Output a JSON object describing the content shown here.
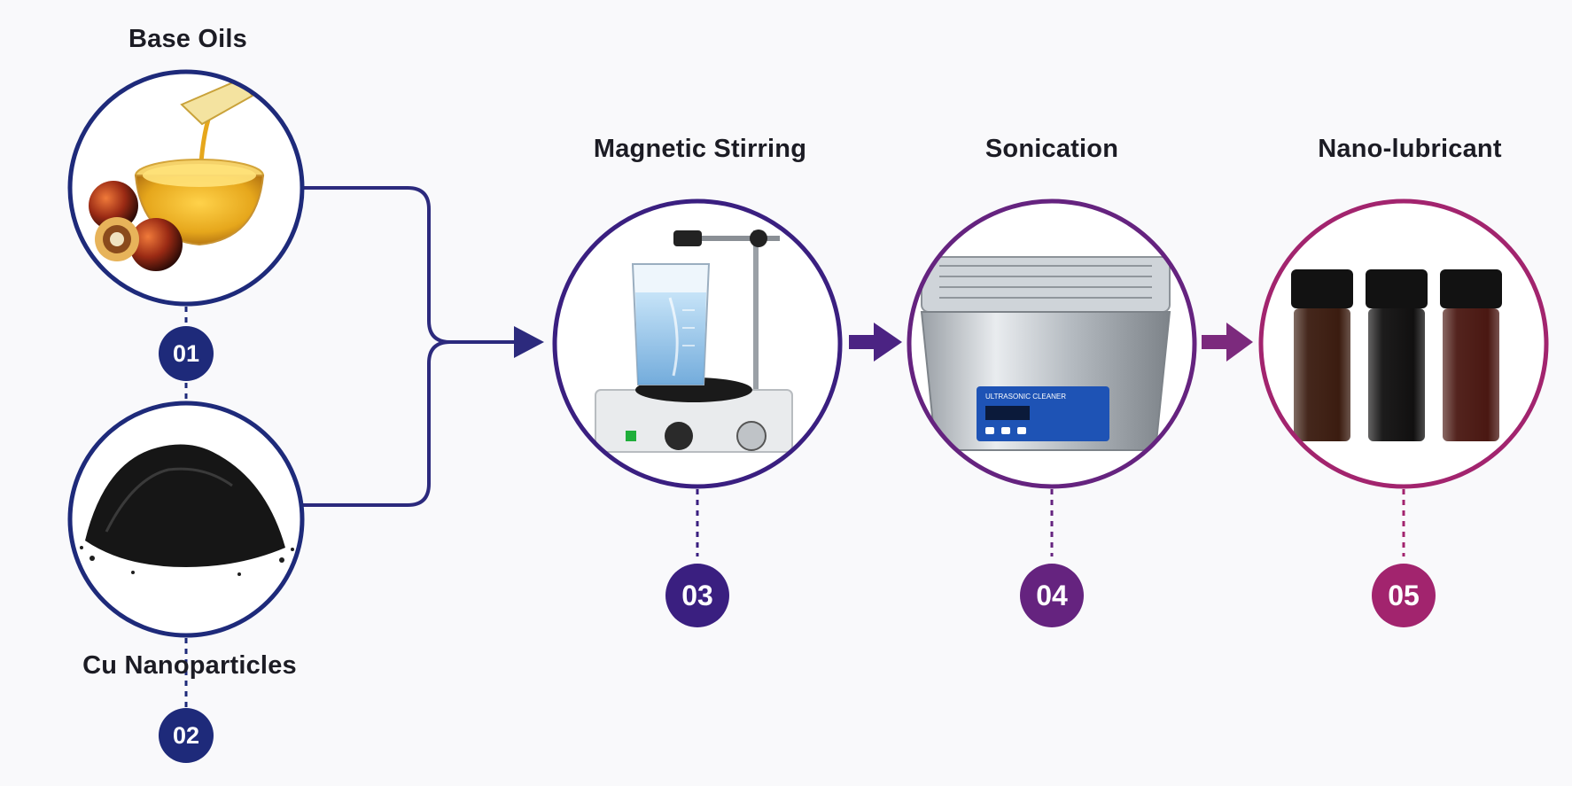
{
  "steps": [
    {
      "id": "base-oils",
      "title": "Base Oils",
      "number": "01"
    },
    {
      "id": "cu-nanoparticles",
      "title": "Cu Nanoparticles",
      "number": "02"
    },
    {
      "id": "magnetic-stirring",
      "title": "Magnetic Stirring",
      "number": "03"
    },
    {
      "id": "sonication",
      "title": "Sonication",
      "number": "04"
    },
    {
      "id": "nano-lubricant",
      "title": "Nano-lubricant",
      "number": "05"
    }
  ],
  "colors": {
    "step1": "#1e2a7a",
    "step2": "#1e2a7a",
    "step3": "#3a1f80",
    "step4": "#65237f",
    "step5": "#a2246e",
    "connector": "#2c2a7d"
  },
  "illustrations": {
    "base_oils": "oil-bowl-with-palm-fruits",
    "cu_nanoparticles": "black-powder-pile",
    "magnetic_stirring": "beaker-on-hot-plate-stirrer",
    "sonication": "ultrasonic-cleaner-bath",
    "nano_lubricant": "three-dark-vials"
  },
  "device_labels": {
    "ultrasonic_panel": "ULTRASONIC CLEANER"
  }
}
